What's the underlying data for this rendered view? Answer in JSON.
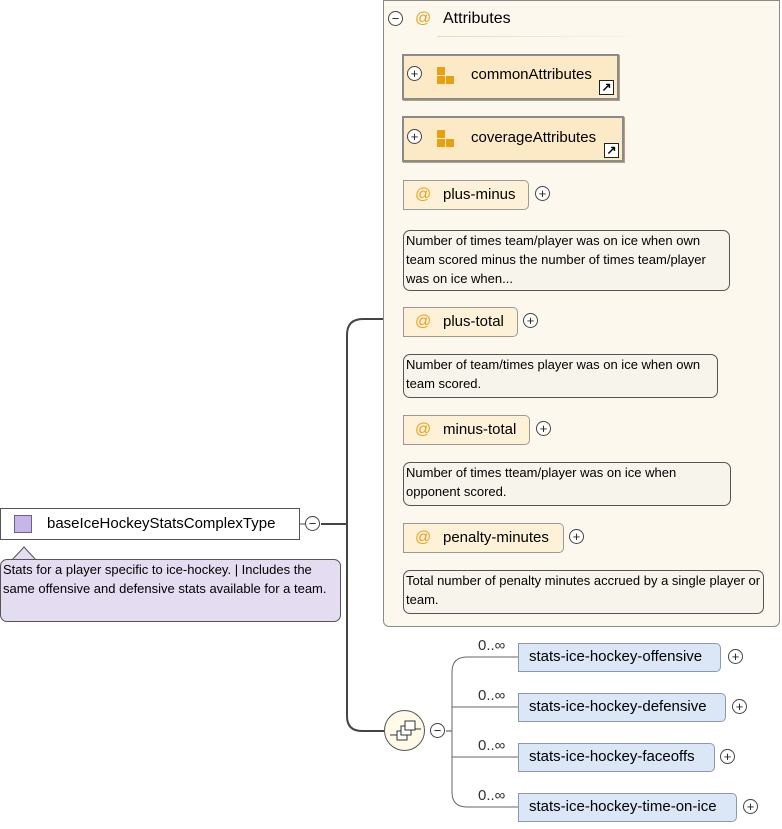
{
  "type_node": {
    "name": "baseIceHockeyStatsComplexType",
    "doc": "Stats for a player specific to ice-hockey. | Includes the same offensive and defensive stats available for a team."
  },
  "attributes": {
    "title": "Attributes",
    "at_symbol": "@",
    "groups": [
      {
        "name": "commonAttributes"
      },
      {
        "name": "coverageAttributes"
      }
    ],
    "items": [
      {
        "name": "plus-minus",
        "doc": "Number of times team/player was on ice when own team scored minus the number of times team/player was on ice when..."
      },
      {
        "name": "plus-total",
        "doc": "Number of team/times player was on ice when own team scored."
      },
      {
        "name": "minus-total",
        "doc": "Number of times tteam/player was on ice when opponent scored."
      },
      {
        "name": "penalty-minutes",
        "doc": "Total number of penalty minutes accrued by a single player or team."
      }
    ]
  },
  "sequence": {
    "elements": [
      {
        "name": "stats-ice-hockey-offensive",
        "cardinality": "0..∞"
      },
      {
        "name": "stats-ice-hockey-defensive",
        "cardinality": "0..∞"
      },
      {
        "name": "stats-ice-hockey-faceoffs",
        "cardinality": "0..∞"
      },
      {
        "name": "stats-ice-hockey-time-on-ice",
        "cardinality": "0..∞"
      }
    ]
  },
  "symbols": {
    "expand": "+",
    "collapse": "−",
    "link": "↗"
  },
  "colors": {
    "attr_panel_bg": "#fdf8ee",
    "attr_box_bg": "#fdf1d8",
    "group_box_bg": "#fce9c6",
    "element_box_bg": "#dbe6f6",
    "type_doc_bg": "#e4ddf1",
    "type_icon": "#c5b6e6",
    "at_symbol": "#e6a01e"
  }
}
